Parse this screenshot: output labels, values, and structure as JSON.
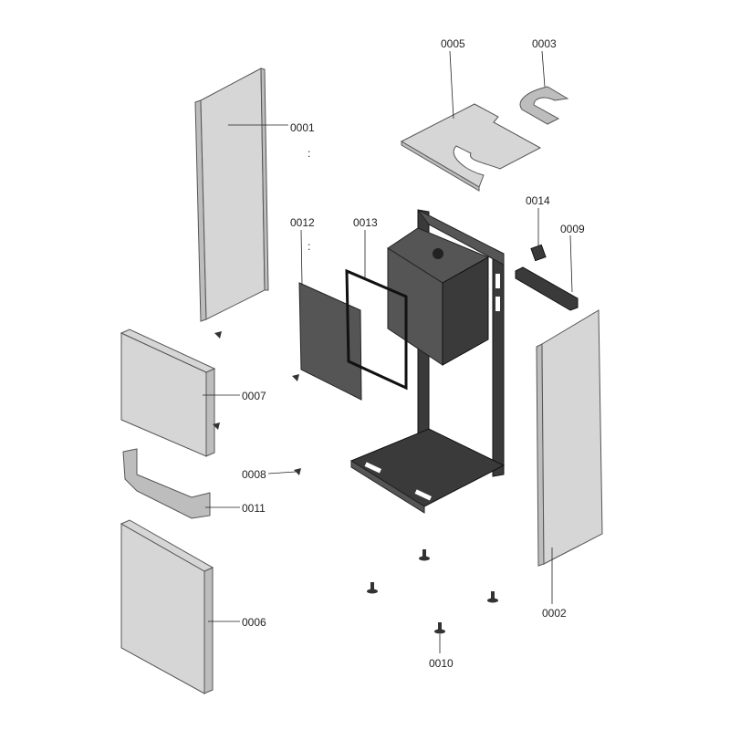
{
  "labels": {
    "p0001": "0001",
    "p0002": "0002",
    "p0003": "0003",
    "p0005": "0005",
    "p0006": "0006",
    "p0007": "0007",
    "p0008": "0008",
    "p0009": "0009",
    "p0010": "0010",
    "p0011": "0011",
    "p0012": "0012",
    "p0013": "0013",
    "p0014": "0014"
  },
  "markers": {
    "colon_a": ":",
    "colon_b": ":"
  }
}
